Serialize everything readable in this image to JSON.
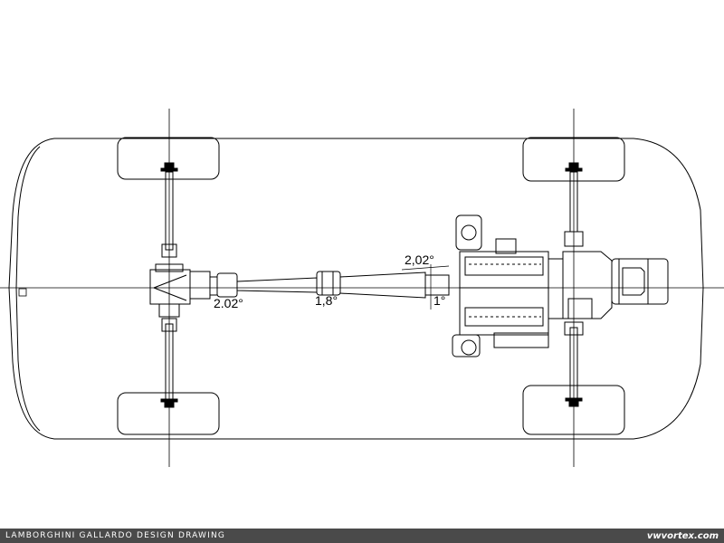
{
  "drawing": {
    "angle_labels": {
      "front_diff": "2.02°",
      "center_shaft": "1,8°",
      "engine_output": "2,02°",
      "engine_tilt": "1°"
    }
  },
  "footer": {
    "title": "LAMBORGHINI GALLARDO DESIGN DRAWING",
    "site": "vwvortex.com"
  }
}
